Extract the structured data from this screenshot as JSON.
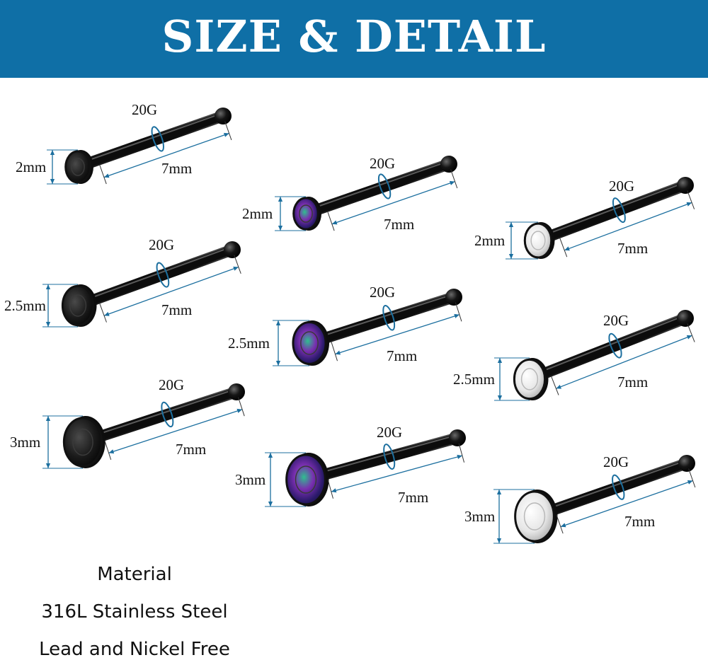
{
  "banner": {
    "title": "SIZE & DETAIL",
    "color": "#0f6fa6"
  },
  "dimension_line_color": "#1c6f9f",
  "groups": [
    {
      "gem": "black",
      "studs": [
        {
          "gauge": "20G",
          "length": "7mm",
          "size": "2mm"
        },
        {
          "gauge": "20G",
          "length": "7mm",
          "size": "2.5mm"
        },
        {
          "gauge": "20G",
          "length": "7mm",
          "size": "3mm"
        }
      ]
    },
    {
      "gem": "rainbow",
      "studs": [
        {
          "gauge": "20G",
          "length": "7mm",
          "size": "2mm"
        },
        {
          "gauge": "20G",
          "length": "7mm",
          "size": "2.5mm"
        },
        {
          "gauge": "20G",
          "length": "7mm",
          "size": "3mm"
        }
      ]
    },
    {
      "gem": "clear",
      "studs": [
        {
          "gauge": "20G",
          "length": "7mm",
          "size": "2mm"
        },
        {
          "gauge": "20G",
          "length": "7mm",
          "size": "2.5mm"
        },
        {
          "gauge": "20G",
          "length": "7mm",
          "size": "3mm"
        }
      ]
    }
  ],
  "specs": {
    "heading": "Material",
    "material": "316L Stainless Steel",
    "free": "Lead and Nickel Free"
  }
}
